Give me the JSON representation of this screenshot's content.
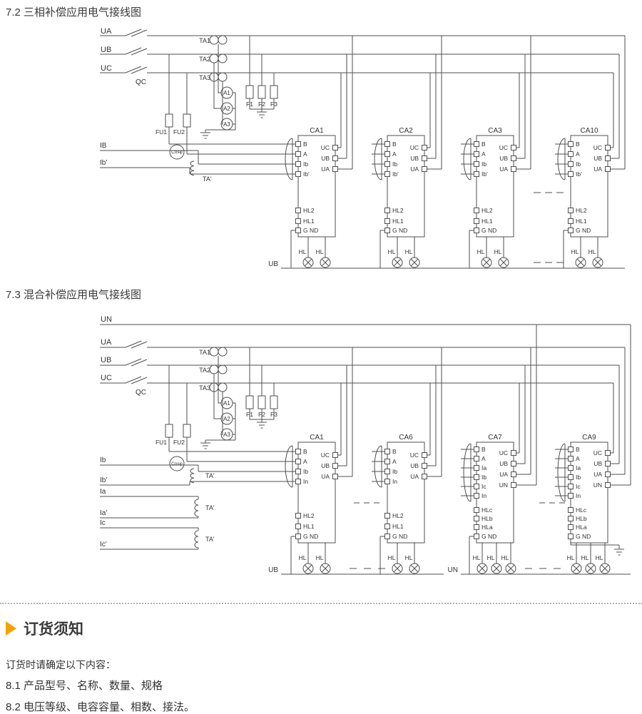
{
  "sections": {
    "s72": "7.2 三相补偿应用电气接线图",
    "s73": "7.3 混合补偿应用电气接线图"
  },
  "ordering": {
    "title": "订货须知",
    "intro": "订货时请确定以下内容：",
    "items": [
      "8.1 产品型号、名称、数量、规格",
      "8.2 电压等级、电容容量、相数、接法。"
    ]
  },
  "d72": {
    "buses": [
      "UA",
      "UB",
      "UC"
    ],
    "qc": "QC",
    "cts": [
      "TA1",
      "TA2",
      "TA3"
    ],
    "ammeters": [
      "A1",
      "A2",
      "A3"
    ],
    "fuses": [
      "F1",
      "F2",
      "F3"
    ],
    "control_fuses": [
      "FU1",
      "FU2"
    ],
    "cos_meter": "Cosφ",
    "current_in": "IB",
    "current_in2": "Ib'",
    "tap": "TA'",
    "bottom_bus": "UB",
    "lamp": "HL",
    "modules": [
      {
        "name": "CA1",
        "left": [
          "B",
          "A",
          "Ib",
          "Ib'"
        ],
        "right": [
          "UC",
          "UB",
          "UA"
        ],
        "bottom": [
          "HL2",
          "HL1",
          "G ND"
        ]
      },
      {
        "name": "CA2",
        "left": [
          "B",
          "A",
          "Ib",
          "Ib'"
        ],
        "right": [
          "UC",
          "UB",
          "UA"
        ],
        "bottom": [
          "HL2",
          "HL1",
          "G ND"
        ]
      },
      {
        "name": "CA3",
        "left": [
          "B",
          "A",
          "Ib",
          "Ib'"
        ],
        "right": [
          "UC",
          "UB",
          "UA"
        ],
        "bottom": [
          "HL2",
          "HL1",
          "G ND"
        ]
      },
      {
        "name": "CA10",
        "left": [
          "B",
          "A",
          "Ib",
          "Ib'"
        ],
        "right": [
          "UC",
          "UB",
          "UA"
        ],
        "bottom": [
          "HL2",
          "HL1",
          "G ND"
        ]
      }
    ]
  },
  "d73": {
    "un": "UN",
    "buses": [
      "UA",
      "UB",
      "UC"
    ],
    "qc": "QC",
    "cts": [
      "TA1",
      "TA2",
      "TA3"
    ],
    "ammeters": [
      "A1",
      "A2",
      "A3"
    ],
    "fuses": [
      "F1",
      "F2",
      "F3"
    ],
    "control_fuses": [
      "FU1",
      "FU2"
    ],
    "cos_meter": "Cosφ",
    "current_lines": [
      "Ib",
      "Ib'",
      "Ia",
      "Ia'",
      "Ic",
      "Ic'"
    ],
    "tap": "TA'",
    "bottom_buses": [
      "UB",
      "UN"
    ],
    "lamp": "HL",
    "modules": [
      {
        "name": "CA1",
        "left": [
          "B",
          "A",
          "Ib",
          "In"
        ],
        "right": [
          "UC",
          "UB",
          "UA"
        ],
        "bottom": [
          "HL2",
          "HL1",
          "G ND"
        ]
      },
      {
        "name": "CA6",
        "left": [
          "B",
          "A",
          "Ib",
          "In"
        ],
        "right": [
          "UC",
          "UB",
          "UA"
        ],
        "bottom": [
          "HL2",
          "HL1",
          "G ND"
        ]
      },
      {
        "name": "CA7",
        "left": [
          "B",
          "A",
          "Ia",
          "Ib",
          "Ic",
          "In"
        ],
        "right": [
          "UC",
          "UB",
          "UA",
          "UN"
        ],
        "bottom": [
          "HLc",
          "HLb",
          "HLa",
          "G ND"
        ]
      },
      {
        "name": "CA9",
        "left": [
          "B",
          "A",
          "Ia",
          "Ib",
          "Ic",
          "In"
        ],
        "right": [
          "UC",
          "UB",
          "UA",
          "UN"
        ],
        "bottom": [
          "HLc",
          "HLb",
          "HLa",
          "G ND"
        ]
      }
    ]
  }
}
